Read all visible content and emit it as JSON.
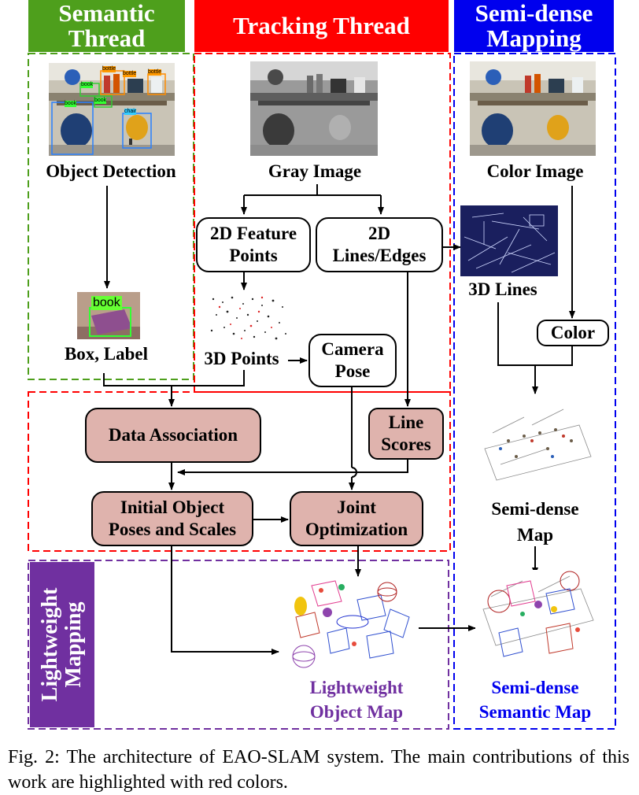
{
  "headers": {
    "semantic": "Semantic Thread",
    "tracking": "Tracking Thread",
    "mapping": "Semi-dense Mapping",
    "lightweight": "Lightweight Mapping"
  },
  "labels": {
    "object_detection": "Object Detection",
    "gray_image": "Gray Image",
    "color_image": "Color Image",
    "box_label": "Box, Label",
    "points_3d": "3D Points",
    "lines_3d": "3D Lines",
    "semi_dense_map": "Semi-dense Map",
    "lightweight_object_map": "Lightweight Object Map",
    "semi_dense_semantic_map": "Semi-dense Semantic Map",
    "book_tag": "book"
  },
  "nodes": {
    "feature_points": "2D Feature Points",
    "lines_edges": "2D Lines/Edges",
    "camera_pose": "Camera Pose",
    "color": "Color",
    "data_association": "Data Association",
    "line_scores": "Line Scores",
    "initial_poses": "Initial Object Poses and Scales",
    "joint_optimization": "Joint Optimization"
  },
  "detection_tags": [
    "book",
    "bottle",
    "bottle",
    "bottle",
    "book",
    "book",
    "chair"
  ],
  "caption": "Fig. 2: The architecture of EAO-SLAM system. The main contributions of this work are highlighted with red colors.",
  "colors": {
    "semantic": "#4e9f1c",
    "tracking": "#ff0000",
    "mapping": "#0000ee",
    "lightweight": "#7030a0",
    "contribution": "#dfb3ad"
  }
}
